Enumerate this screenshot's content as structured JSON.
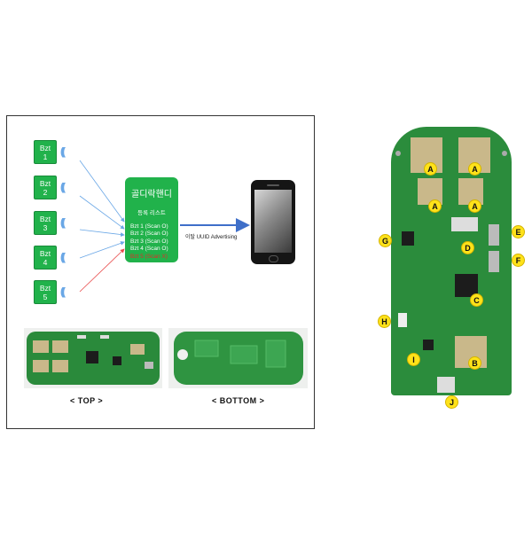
{
  "diagram": {
    "beacons": [
      {
        "name": "Bzt",
        "num": "1"
      },
      {
        "name": "Bzt",
        "num": "2"
      },
      {
        "name": "Bzt",
        "num": "3"
      },
      {
        "name": "Bzt",
        "num": "4"
      },
      {
        "name": "Bzt",
        "num": "5"
      }
    ],
    "wave_symbol": "(((",
    "hub": {
      "title": "골디락핸디",
      "subtitle": "등록 리스트",
      "rows": [
        "Bzt 1 (Scan O)",
        "Bzt 2 (Scan O)",
        "Bzt 3 (Scan O)",
        "Bzt 4 (Scan O)",
        "Bzt 5 (Scan X)"
      ]
    },
    "arrow_label": "이탈 UUID Advertising",
    "colors": {
      "beacon": "#21b24b",
      "ok_arrow": "#6aa7e6",
      "fail_arrow": "#e84a4a",
      "main_arrow": "#3f6fc9"
    },
    "captions": {
      "top": "< TOP >",
      "bottom": "< BOTTOM >"
    }
  },
  "board_markers": {
    "A1": "A",
    "A2": "A",
    "A3": "A",
    "A4": "A",
    "B": "B",
    "C": "C",
    "D": "D",
    "E": "E",
    "F": "F",
    "G": "G",
    "H": "H",
    "I": "I",
    "J": "J"
  }
}
